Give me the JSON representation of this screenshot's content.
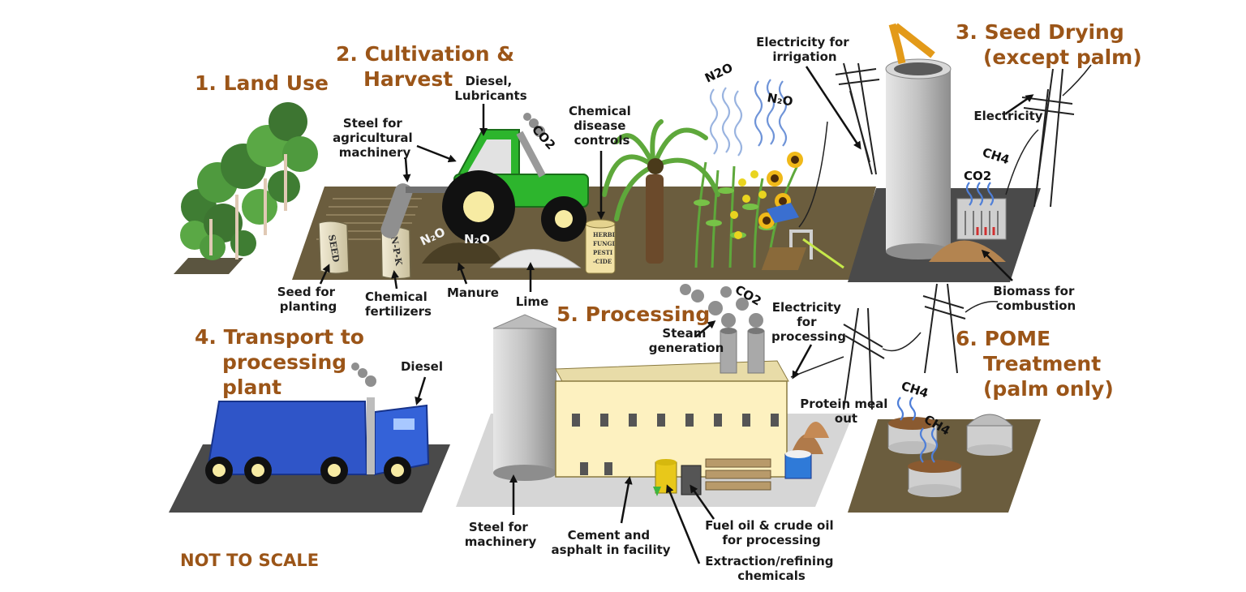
{
  "stages": [
    {
      "id": "land-use",
      "title_lines": [
        "1. Land Use"
      ]
    },
    {
      "id": "cultivation",
      "title_lines": [
        "2. Cultivation &",
        "Harvest"
      ]
    },
    {
      "id": "seed-drying",
      "title_lines": [
        "3. Seed Drying",
        "(except palm)"
      ]
    },
    {
      "id": "transport",
      "title_lines": [
        "4. Transport to",
        "processing",
        "plant"
      ]
    },
    {
      "id": "processing",
      "title_lines": [
        "5. Processing"
      ]
    },
    {
      "id": "pome",
      "title_lines": [
        "6. POME",
        "Treatment",
        "(palm only)"
      ]
    }
  ],
  "labels": {
    "diesel_lubricants": [
      "Diesel,",
      "Lubricants"
    ],
    "steel_ag": [
      "Steel for",
      "agricultural",
      "machinery"
    ],
    "chemical_disease": [
      "Chemical",
      "disease",
      "controls"
    ],
    "electricity_irrigation": [
      "Electricity for",
      "irrigation"
    ],
    "electricity_drying": [
      "Electricity"
    ],
    "seed_planting": [
      "Seed for",
      "planting"
    ],
    "chemical_fertilizers": [
      "Chemical",
      "fertilizers"
    ],
    "manure": [
      "Manure"
    ],
    "lime": [
      "Lime"
    ],
    "biomass": [
      "Biomass for",
      "combustion"
    ],
    "diesel_truck": [
      "Diesel"
    ],
    "steam": [
      "Steam",
      "generation"
    ],
    "electricity_processing": [
      "Electricity",
      "for",
      "processing"
    ],
    "protein_meal": [
      "Protein meal",
      "out"
    ],
    "steel_machinery": [
      "Steel for",
      "machinery"
    ],
    "cement": [
      "Cement and",
      "asphalt in facility"
    ],
    "fuel_oil": [
      "Fuel oil & crude oil",
      "for processing"
    ],
    "extraction": [
      "Extraction/refining",
      "chemicals"
    ]
  },
  "gases": {
    "co2": "CO2",
    "n2o_plain": "N2O",
    "n2o_sub": "N₂O",
    "ch4": "CH4"
  },
  "bag_text": {
    "seed": "SEED",
    "npk": "N-P-K",
    "herbicide": [
      "HERBI",
      "FUNGI",
      "PESTI",
      "-CIDE"
    ]
  },
  "footer": {
    "not_to_scale": "NOT TO SCALE"
  },
  "colors": {
    "title": "#9b5518",
    "field": "#6b5d3e",
    "pad": "#4a4a4a",
    "tractor": "#2db52d",
    "truck": "#2f55c8",
    "building": "#fdf1c0",
    "silo": "#b8b8b8"
  }
}
